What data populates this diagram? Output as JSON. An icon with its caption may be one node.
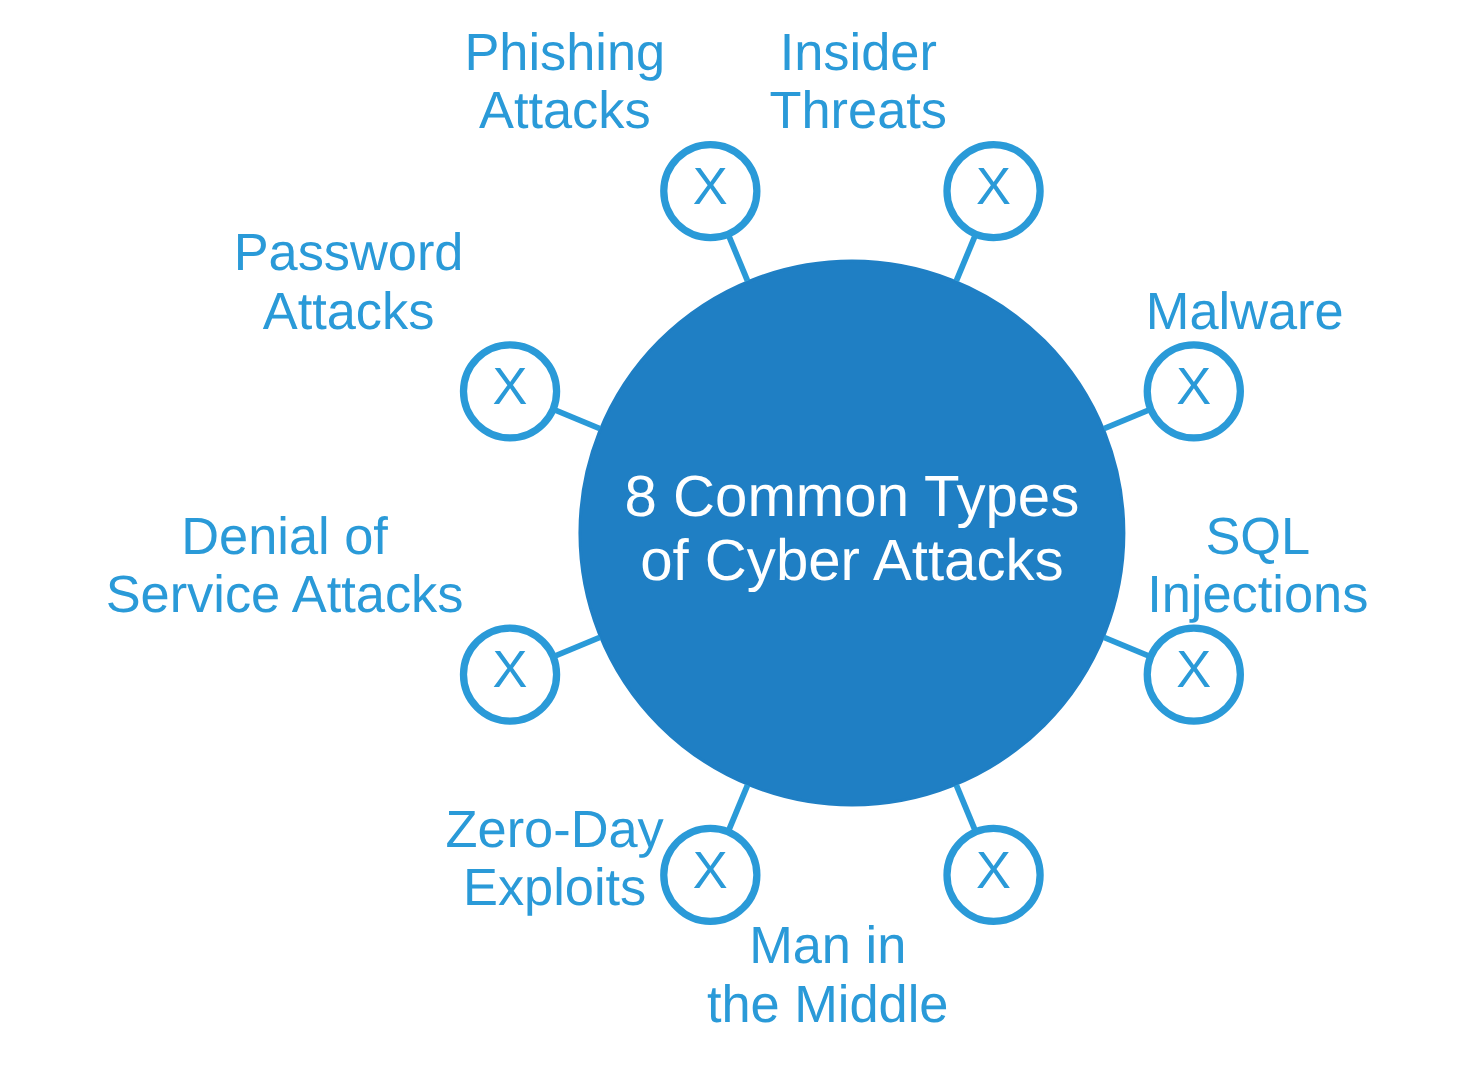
{
  "diagram": {
    "nodes": [
      {
        "text": [
          "8 Common Types of Cyber Attacks"
        ]
      },
      {
        "text": [
          "X"
        ],
        "beside": [
          "Malware"
        ]
      },
      {
        "text": [
          "X"
        ],
        "beside": [
          "Insider Threats"
        ]
      },
      {
        "text": [
          "X"
        ],
        "beside": [
          "Phishing Attacks"
        ]
      },
      {
        "text": [
          "X"
        ],
        "beside": [
          "Password Attacks"
        ]
      },
      {
        "text": [
          "X"
        ],
        "beside": [
          "Denial of Service Attacks"
        ]
      },
      {
        "text": [
          "X"
        ],
        "beside": [
          "Zero-Day Exploits"
        ]
      },
      {
        "text": [
          "X"
        ],
        "beside": [
          "Man in the Middle"
        ]
      },
      {
        "text": [
          "X"
        ],
        "beside": [
          "SQL Injections"
        ]
      }
    ],
    "edges": [
      {
        "from": 0,
        "to": 1,
        "arrow": "none"
      },
      {
        "from": 0,
        "to": 3,
        "arrow": "none"
      },
      {
        "from": 0,
        "to": 5,
        "arrow": "none"
      },
      {
        "from": 0,
        "to": 7,
        "arrow": "none"
      },
      {
        "from": 0,
        "to": 8,
        "arrow": "none"
      },
      {
        "from": 0,
        "to": 6,
        "arrow": "none"
      },
      {
        "from": 0,
        "to": 4,
        "arrow": "none"
      },
      {
        "from": 0,
        "to": 2,
        "arrow": "none"
      }
    ]
  }
}
